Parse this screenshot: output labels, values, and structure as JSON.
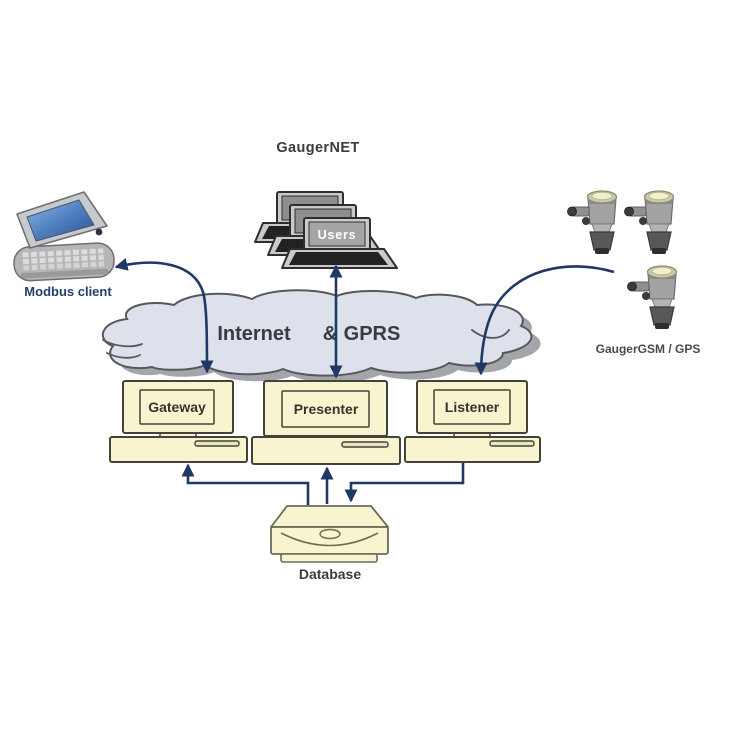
{
  "title": "GaugerNET",
  "cloud": {
    "word1": "Internet",
    "word2": "&",
    "word3": "GPRS"
  },
  "nodes": {
    "modbus_client": {
      "label": "Modbus client"
    },
    "users": {
      "label": "Users"
    },
    "sensors": {
      "label": "GaugerGSM / GPS",
      "count": 3
    },
    "servers": [
      {
        "label": "Gateway"
      },
      {
        "label": "Presenter"
      },
      {
        "label": "Listener"
      }
    ],
    "database": {
      "label": "Database"
    }
  },
  "connections": [
    {
      "from": "Gateway",
      "to": "Modbus client",
      "bidirectional": true
    },
    {
      "from": "Users",
      "to": "Presenter",
      "bidirectional": true
    },
    {
      "from": "GaugerGSM / GPS",
      "to": "Listener",
      "bidirectional": false
    },
    {
      "from": "Database",
      "to": "Gateway",
      "bidirectional": false
    },
    {
      "from": "Database",
      "to": "Presenter",
      "bidirectional": false
    },
    {
      "from": "Listener",
      "to": "Database",
      "bidirectional": false
    }
  ],
  "colors": {
    "arrow": "#1f3864",
    "cloud_fill": "#dde1ec",
    "cloud_outline": "#57575c",
    "cloud_shadow": "#a4a4ab",
    "node_fill": "#f7f4cf",
    "node_border": "#45423a",
    "label_dark": "#3c3c3c",
    "modbus_label_color": "#24406e",
    "users_screen_text": "#ffffff"
  }
}
